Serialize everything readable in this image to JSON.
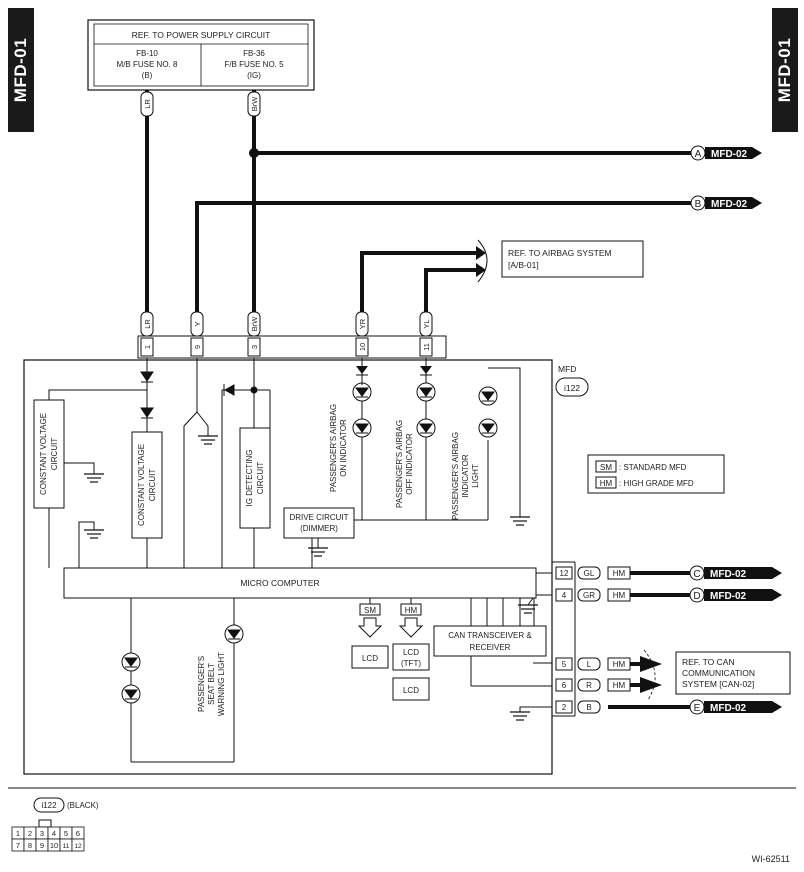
{
  "page_tab": "MFD-01",
  "power_ref": {
    "title": "REF. TO POWER SUPPLY CIRCUIT",
    "fuse_left": [
      "FB-10",
      "M/B FUSE NO. 8",
      "(B)"
    ],
    "fuse_right": [
      "FB-36",
      "F/B FUSE NO. 5",
      "(IG)"
    ]
  },
  "wire_colors": {
    "lr": "LR",
    "y": "Y",
    "brw": "BrW",
    "yr": "YR",
    "yl": "YL"
  },
  "pins_top": {
    "p1": "1",
    "p9": "9",
    "p3": "3",
    "p10": "10",
    "p11": "11"
  },
  "offpage_top": [
    {
      "letter": "A",
      "ref": "MFD-02"
    },
    {
      "letter": "B",
      "ref": "MFD-02"
    }
  ],
  "airbag_ref": [
    "REF. TO AIRBAG SYSTEM",
    "[A/B-01]"
  ],
  "mfd": {
    "label": "MFD",
    "connector": "i122"
  },
  "legend": {
    "sm_badge": "SM",
    "sm_text": ": STANDARD MFD",
    "hm_badge": "HM",
    "hm_text": ": HIGH GRADE MFD"
  },
  "blocks": {
    "cv1": [
      "CONSTANT VOLTAGE",
      "CIRCUIT"
    ],
    "cv2": [
      "CONSTANT VOLTAGE",
      "CIRCUIT"
    ],
    "ig": [
      "IG DETECTING",
      "CIRCUIT"
    ],
    "drive": [
      "DRIVE CIRCUIT",
      "(DIMMER)"
    ],
    "micro": "MICRO COMPUTER",
    "can": [
      "CAN TRANSCEIVER &",
      "RECEIVER"
    ],
    "lcd_sm": "LCD",
    "lcd_tft": [
      "LCD",
      "(TFT)"
    ],
    "lcd_hm": "LCD"
  },
  "indicators": {
    "airbag_on": [
      "PASSENGER'S AIRBAG",
      "ON INDICATOR"
    ],
    "airbag_off": [
      "PASSENGER'S AIRBAG",
      "OFF INDICATOR"
    ],
    "airbag_light": [
      "PASSENGER'S AIRBAG",
      "INDICATOR",
      "LIGHT"
    ],
    "seatbelt": [
      "PASSENGER'S",
      "SEAT BELT",
      "WARNING LIGHT"
    ]
  },
  "right_rows": [
    {
      "pin": "12",
      "wire": "GL",
      "badge": "HM",
      "letter": "C",
      "ref": "MFD-02"
    },
    {
      "pin": "4",
      "wire": "GR",
      "badge": "HM",
      "letter": "D",
      "ref": "MFD-02"
    },
    {
      "pin": "5",
      "wire": "L",
      "badge": "HM"
    },
    {
      "pin": "6",
      "wire": "R",
      "badge": "HM"
    },
    {
      "pin": "2",
      "wire": "B",
      "letter": "E",
      "ref": "MFD-02"
    }
  ],
  "can_ref": [
    "REF. TO CAN",
    "COMMUNICATION",
    "SYSTEM [CAN-02]"
  ],
  "connector_view": {
    "id": "i122",
    "color": "(BLACK)",
    "row1": [
      "1",
      "2",
      "3",
      "4",
      "5",
      "6"
    ],
    "row2": [
      "7",
      "8",
      "9",
      "10",
      "11",
      "12"
    ]
  },
  "figure_id": "WI-62511"
}
